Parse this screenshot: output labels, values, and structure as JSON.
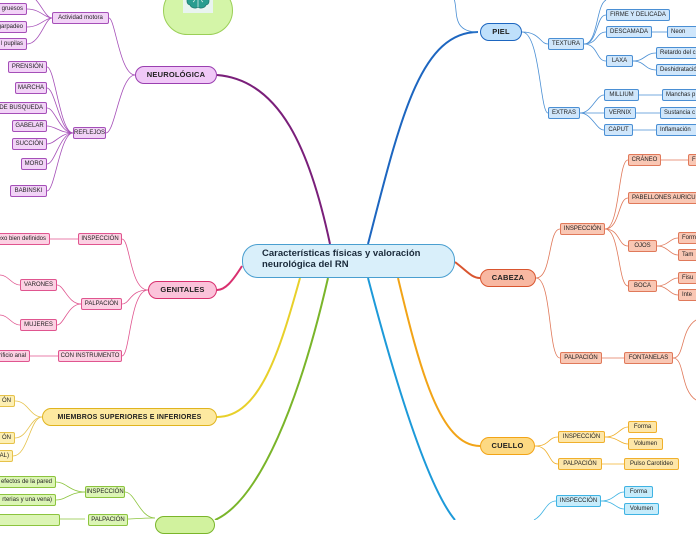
{
  "central": {
    "title": "Características físicas y valoración neurológica del RN"
  },
  "neurologica": {
    "label": "NEUROLÓGICA",
    "actividad_motora": "Actividad motora",
    "motora_items": [
      "gruesos",
      "garpadeo",
      "l pupilas"
    ],
    "reflejos": "REFLEJOS",
    "reflejos_items": [
      "PRENSIÓN",
      "MARCHA",
      "DE BUSQUEDA",
      "GABELAR",
      "SUCCIÓN",
      "MORO",
      "BABINSKI"
    ]
  },
  "genitales": {
    "label": "GENITALES",
    "inspeccion": "INSPECCIÓN",
    "inspeccion_item": "exo bien definidos",
    "palpacion": "PALPACIÓN",
    "palpacion_items": [
      "VARONES",
      "MUJERES"
    ],
    "instrumento": "CON INSTRUMENTO",
    "instrumento_item": "rificio anal"
  },
  "miembros": {
    "label": "MIEMBROS SUPERIORES E INFERIORES",
    "items": [
      "ÓN",
      "ÓN",
      "NAL)"
    ]
  },
  "abdomen": {
    "inspeccion": "INSPECCIÓN",
    "inspeccion_items": [
      "efectos de la pared",
      "rterias y una vena)"
    ],
    "palpacion": "PALPACIÓN"
  },
  "piel": {
    "label": "PIEL",
    "textura": "TEXTURA",
    "textura_items": [
      "FIRME Y DELICADA",
      "DESCAMADA",
      "LAXA"
    ],
    "descamada_item": "Neon",
    "laxa_items": [
      "Retardo del c",
      "Deshidratació"
    ],
    "extras": "EXTRAS",
    "extras_items": [
      "MILLIUM",
      "VERNIX",
      "CAPUT"
    ],
    "millium_item": "Manchas p",
    "vernix_item": "Sustancia c",
    "caput_item": "Inflamación"
  },
  "cabeza": {
    "label": "CABEZA",
    "inspeccion": "INSPECCIÓN",
    "inspeccion_items": [
      "CRÁNEO",
      "PABELLONES AURICU",
      "OJOS",
      "BOCA"
    ],
    "craneo_item": "F",
    "ojos_items": [
      "Form",
      "Tam"
    ],
    "boca_items": [
      "Fisu",
      "Inte"
    ],
    "palpacion": "PALPACIÓN",
    "fontanelas": "FONTANELAS"
  },
  "cuello": {
    "label": "CUELLO",
    "inspeccion": "INSPECCIÓN",
    "inspeccion_items": [
      "Forma",
      "Volumen"
    ],
    "palpacion": "PALPACIÓN",
    "palpacion_item": "Pulso Carotídeo"
  },
  "torax": {
    "inspeccion": "INSPECCIÓN",
    "inspeccion_items": [
      "Forma",
      "Volumen"
    ]
  },
  "colors": {
    "neurologica": "#7a1f7a",
    "piel": "#1d66c0",
    "cabeza": "#d9552f",
    "genitales": "#d9306f",
    "miembros": "#e8d02a",
    "cuello": "#f2a417",
    "abdomen": "#7ab52a",
    "torax": "#1d9ad9"
  }
}
